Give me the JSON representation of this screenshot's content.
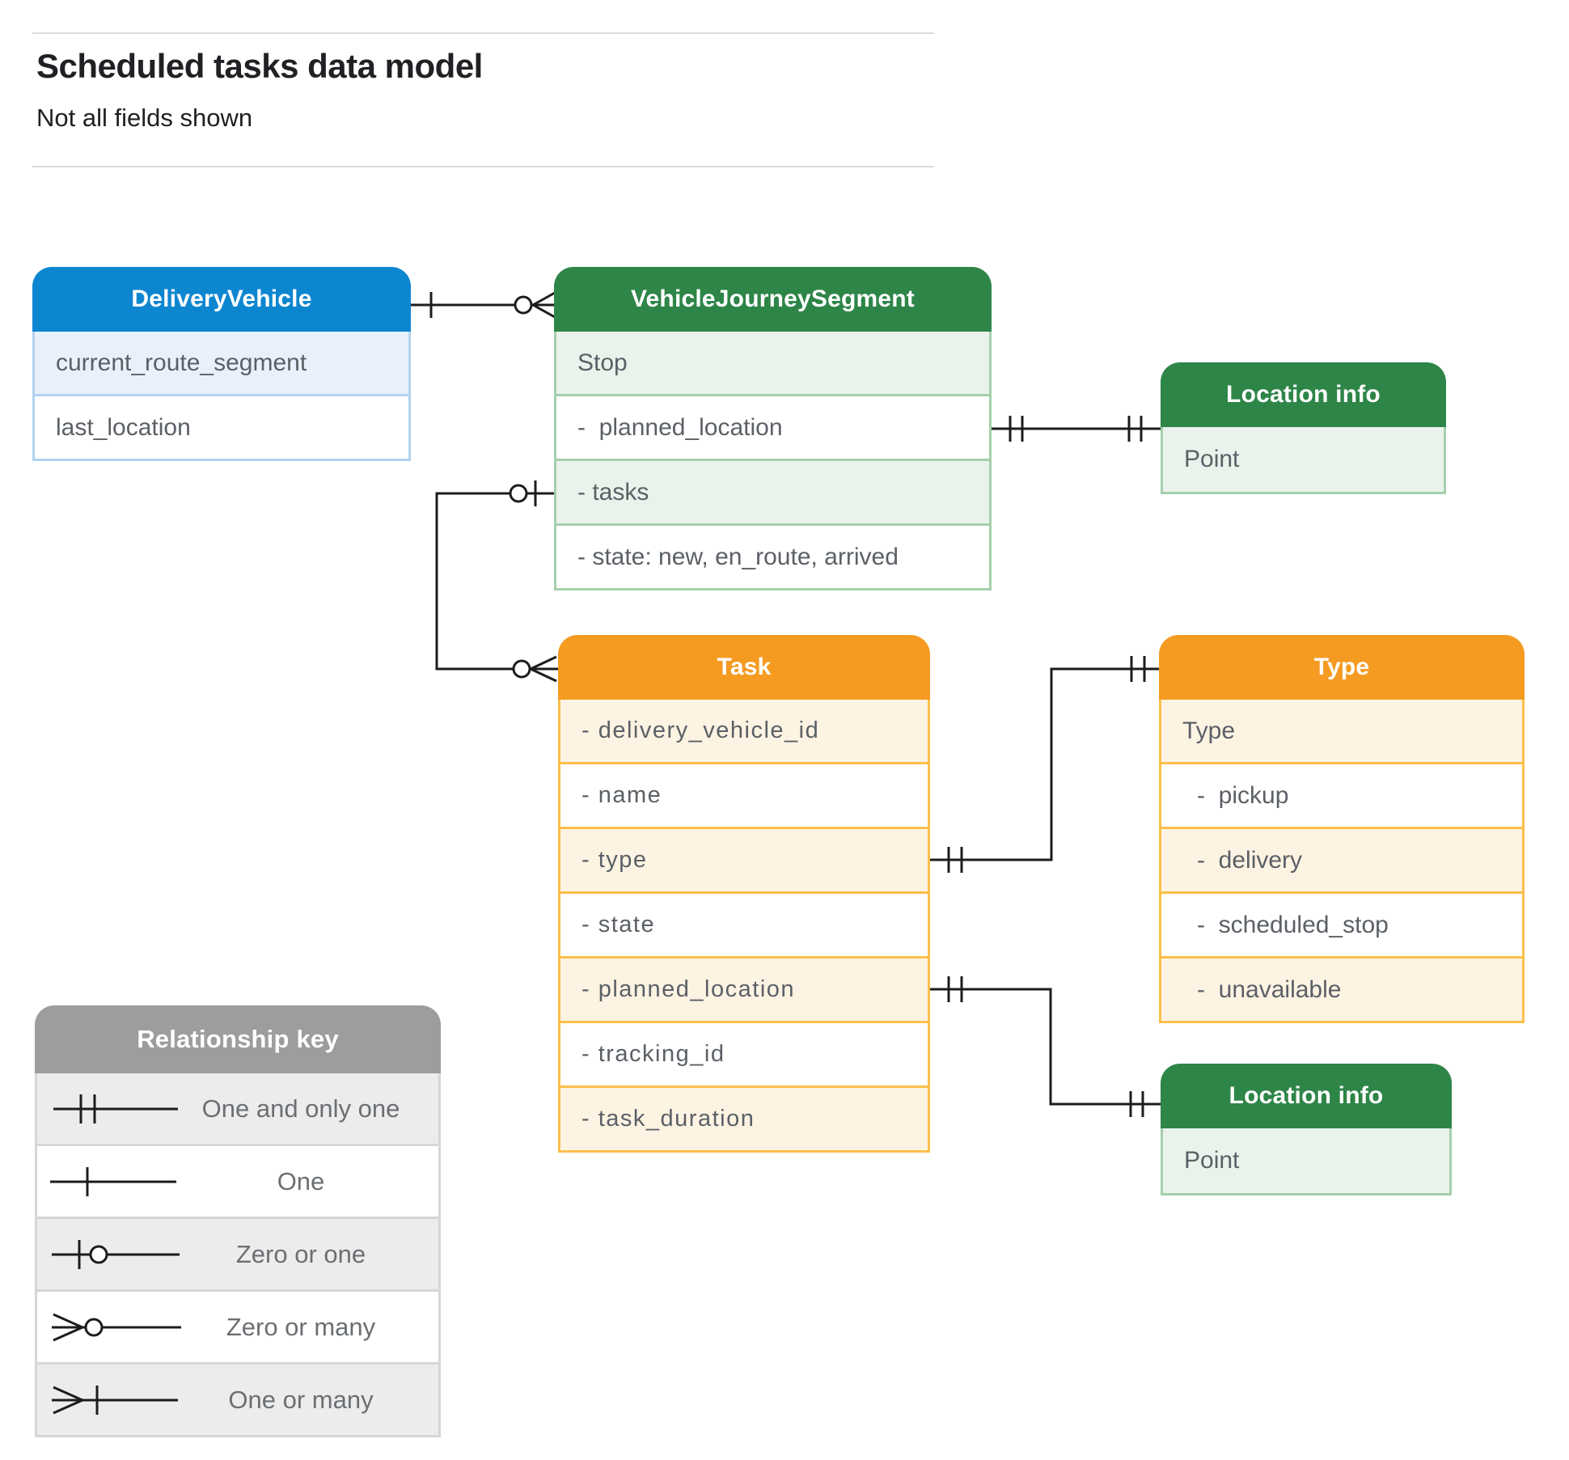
{
  "page": {
    "title": "Scheduled tasks data model",
    "subtitle": "Not all fields shown"
  },
  "entities": {
    "delivery_vehicle": {
      "title": "DeliveryVehicle",
      "rows": [
        "current_route_segment",
        "last_location"
      ]
    },
    "vehicle_journey_segment": {
      "title": "VehicleJourneySegment",
      "rows": [
        "Stop",
        "-  planned_location",
        "- tasks",
        "- state: new, en_route, arrived"
      ]
    },
    "location_info_top": {
      "title": "Location info",
      "rows": [
        "Point"
      ]
    },
    "task": {
      "title": "Task",
      "rows": [
        "- delivery_vehicle_id",
        "- name",
        "- type",
        "- state",
        "- planned_location",
        "- tracking_id",
        "- task_duration"
      ]
    },
    "type": {
      "title": "Type",
      "rows": [
        "Type",
        "-  pickup",
        "-  delivery",
        "-  scheduled_stop",
        "-  unavailable"
      ]
    },
    "location_info_bottom": {
      "title": "Location info",
      "rows": [
        "Point"
      ]
    }
  },
  "relationships": [
    {
      "from": "DeliveryVehicle",
      "from_symbol": "one",
      "to": "VehicleJourneySegment",
      "to_symbol": "zero-or-many"
    },
    {
      "from": "VehicleJourneySegment.planned_location",
      "from_symbol": "one-and-only-one",
      "to": "Location info (top)",
      "to_symbol": "one-and-only-one"
    },
    {
      "from": "VehicleJourneySegment.tasks",
      "from_symbol": "zero-or-one",
      "to": "Task",
      "to_symbol": "zero-or-many"
    },
    {
      "from": "Task.type",
      "from_symbol": "one-and-only-one",
      "to": "Type",
      "to_symbol": "one-and-only-one"
    },
    {
      "from": "Task.planned_location",
      "from_symbol": "one-and-only-one",
      "to": "Location info (bottom)",
      "to_symbol": "one-and-only-one"
    }
  ],
  "legend": {
    "title": "Relationship key",
    "items": [
      {
        "symbol": "one-and-only-one",
        "label": "One and only one"
      },
      {
        "symbol": "one",
        "label": "One"
      },
      {
        "symbol": "zero-or-one",
        "label": "Zero or one"
      },
      {
        "symbol": "zero-or-many",
        "label": "Zero or many"
      },
      {
        "symbol": "one-or-many",
        "label": "One or many"
      }
    ]
  },
  "colors": {
    "blue_header": "#0d86d0",
    "blue_tint": "#e8f1fb",
    "blue_border": "#b1d3f1",
    "green_header": "#2e8548",
    "green_tint": "#e9f3ec",
    "green_border": "#a5cfab",
    "orange_header": "#f59b21",
    "orange_tint": "#fdf3e3",
    "orange_border": "#fcbf4a",
    "gray_header": "#9d9d9d",
    "gray_tint": "#ececec",
    "gray_border": "#d6d6d6",
    "connector": "#1c1c1c",
    "row_text": "#5b6066"
  }
}
